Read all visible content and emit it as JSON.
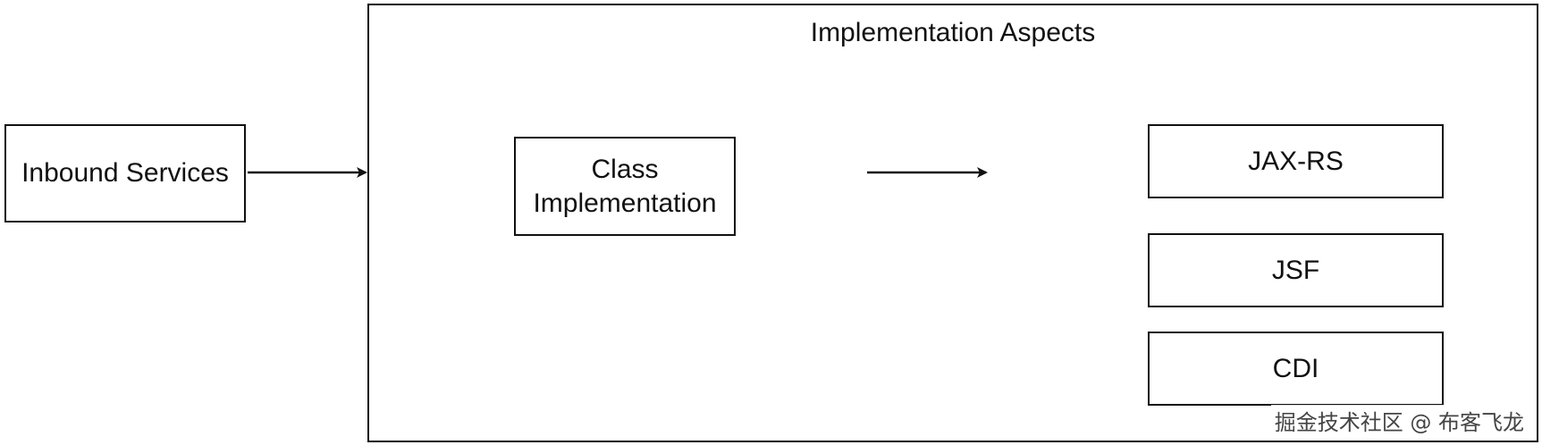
{
  "diagram": {
    "container": {
      "title": "Implementation Aspects"
    },
    "inbound": {
      "label": "Inbound Services"
    },
    "class_implementation": {
      "label": "Class\nImplementation"
    },
    "aspects": [
      {
        "label": "JAX-RS"
      },
      {
        "label": "JSF"
      },
      {
        "label": "CDI"
      }
    ],
    "edges": [
      {
        "from": "Inbound Services",
        "to": "Implementation Aspects"
      },
      {
        "from": "Class Implementation",
        "to": "JAX-RS"
      }
    ]
  },
  "watermark": "掘金技术社区 @ 布客飞龙"
}
